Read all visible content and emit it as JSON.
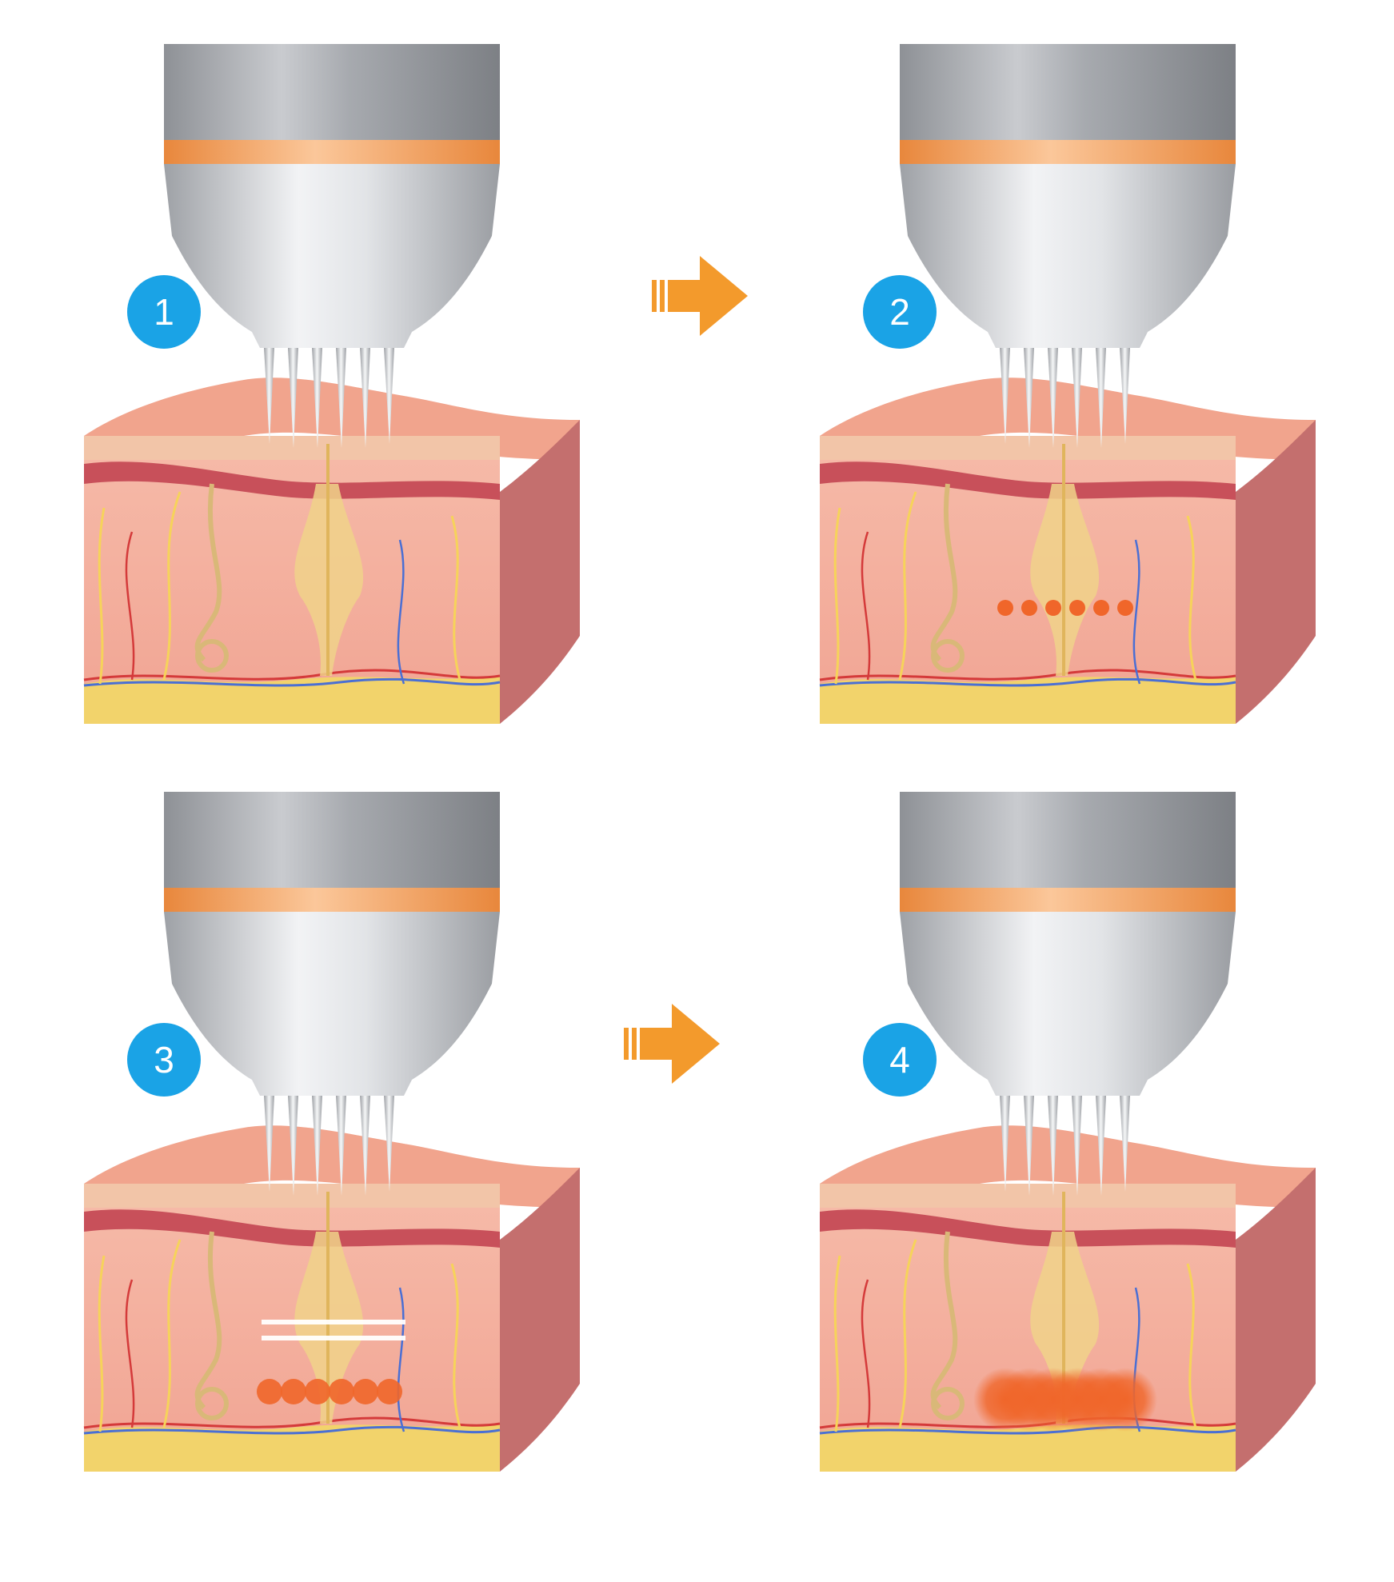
{
  "panels": [
    {
      "step": "1",
      "heat": "none"
    },
    {
      "step": "2",
      "heat": "dots"
    },
    {
      "step": "3",
      "heat": "spark"
    },
    {
      "step": "4",
      "heat": "blur"
    }
  ],
  "arrows": [
    {
      "from": "1",
      "to": "2"
    },
    {
      "from": "3",
      "to": "4"
    }
  ],
  "colors": {
    "badge": "#1aa3e6",
    "arrow": "#f39a2c",
    "handpiece_band": "#f39a4a",
    "skin_top": "#f1a48d",
    "dermis": "#f4b3a0",
    "epidermis_band": "#c8505a",
    "fat": "#f2d36b",
    "heat_dot": "#f0662a"
  },
  "icons": {
    "handpiece": "rf-microneedle-handpiece-icon",
    "skin": "skin-cross-section-icon",
    "arrow": "step-arrow-icon"
  }
}
